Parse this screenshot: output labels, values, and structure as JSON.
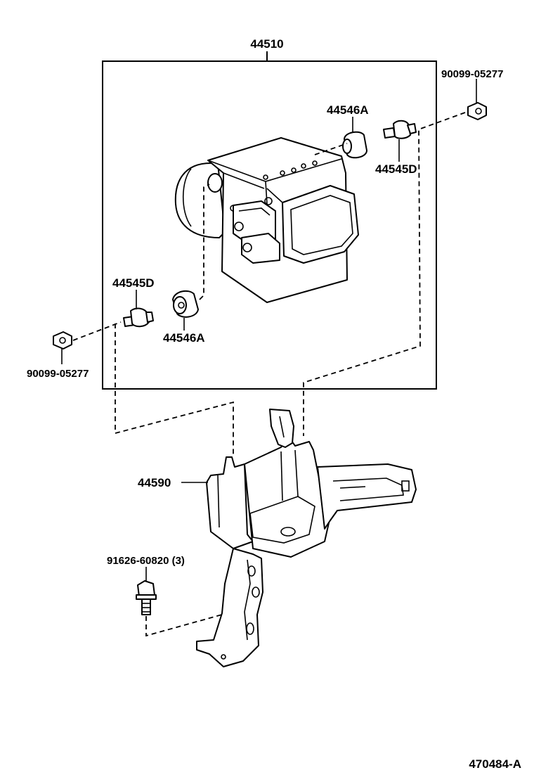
{
  "labels": {
    "assembly": "44510",
    "nut_top_right": "90099-05277",
    "cushion_upper": "44546A",
    "bolt_upper": "44545D",
    "bolt_left": "44545D",
    "cushion_lower": "44546A",
    "nut_left": "90099-05277",
    "bracket": "44590",
    "bracket_bolt": "91626-60820 (3)",
    "diagram_code": "470484-A"
  }
}
